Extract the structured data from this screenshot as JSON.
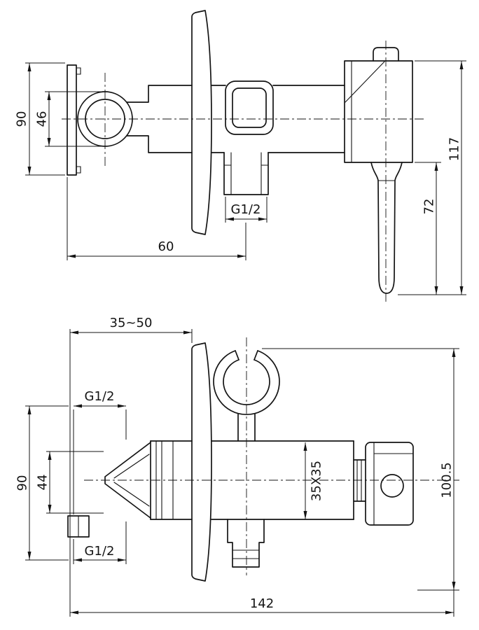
{
  "colors": {
    "background": "#ffffff",
    "line": "#141414"
  },
  "top_view": {
    "plate_height": "90",
    "inlet_diameter": "46",
    "total_height": "117",
    "handle_length": "72",
    "outlet_offset": "60",
    "outlet_thread": "G1/2"
  },
  "bottom_view": {
    "wall_depth_range": "35~50",
    "inlet_thread_upper": "G1/2",
    "port_spacing": "90",
    "body_bore": "44",
    "inlet_thread_lower": "G1/2",
    "body_section": "35X35",
    "overall_height": "100.5",
    "overall_length": "142"
  }
}
